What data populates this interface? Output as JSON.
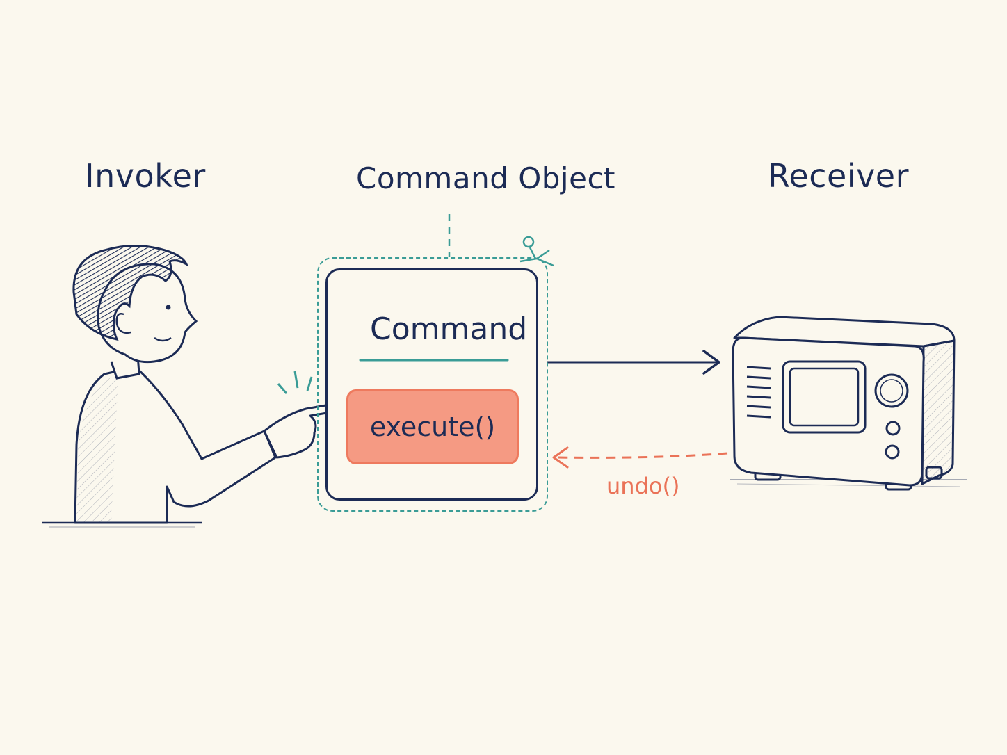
{
  "diagram": {
    "invoker_label": "Invoker",
    "command_object_label": "Command Object",
    "receiver_label": "Receiver",
    "command_box": {
      "name": "Command",
      "method": "execute()"
    },
    "return_arrow_label": "undo()"
  },
  "colors": {
    "background": "#fbf8ee",
    "ink": "#1c2b55",
    "accent_teal": "#3a9c96",
    "accent_coral": "#f59a83",
    "coral_text": "#ea7358"
  }
}
